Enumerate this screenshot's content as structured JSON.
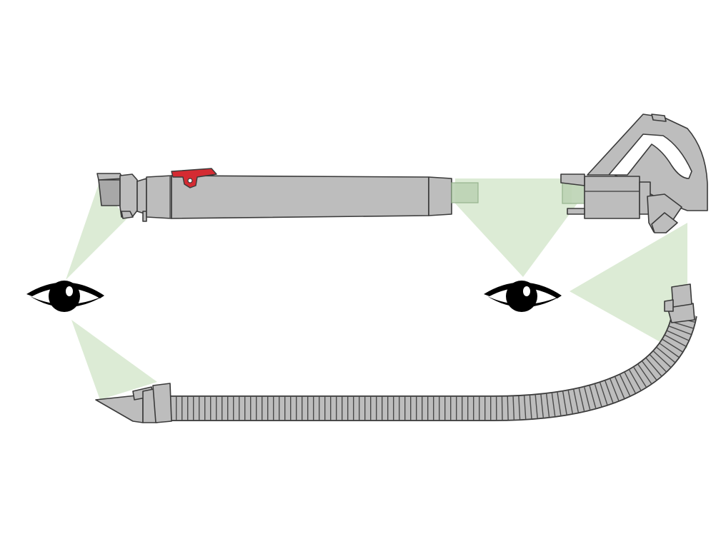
{
  "diagram": {
    "colors": {
      "background": "#ffffff",
      "part_fill": "#bdbdbd",
      "part_fill_dark": "#a8a8a8",
      "part_stroke": "#3a3a3a",
      "release_button": "#d42b32",
      "view_cone": "#dcebd5",
      "eye_ink": "#000000",
      "eye_white": "#ffffff"
    },
    "parts": [
      {
        "id": "wand",
        "icon": "extension-wand-icon"
      },
      {
        "id": "handle",
        "icon": "vacuum-handle-icon"
      },
      {
        "id": "hose",
        "icon": "flexible-hose-icon"
      }
    ],
    "viewers": [
      {
        "id": "left-eye",
        "icon": "eye-icon"
      },
      {
        "id": "right-eye",
        "icon": "eye-icon"
      }
    ]
  }
}
